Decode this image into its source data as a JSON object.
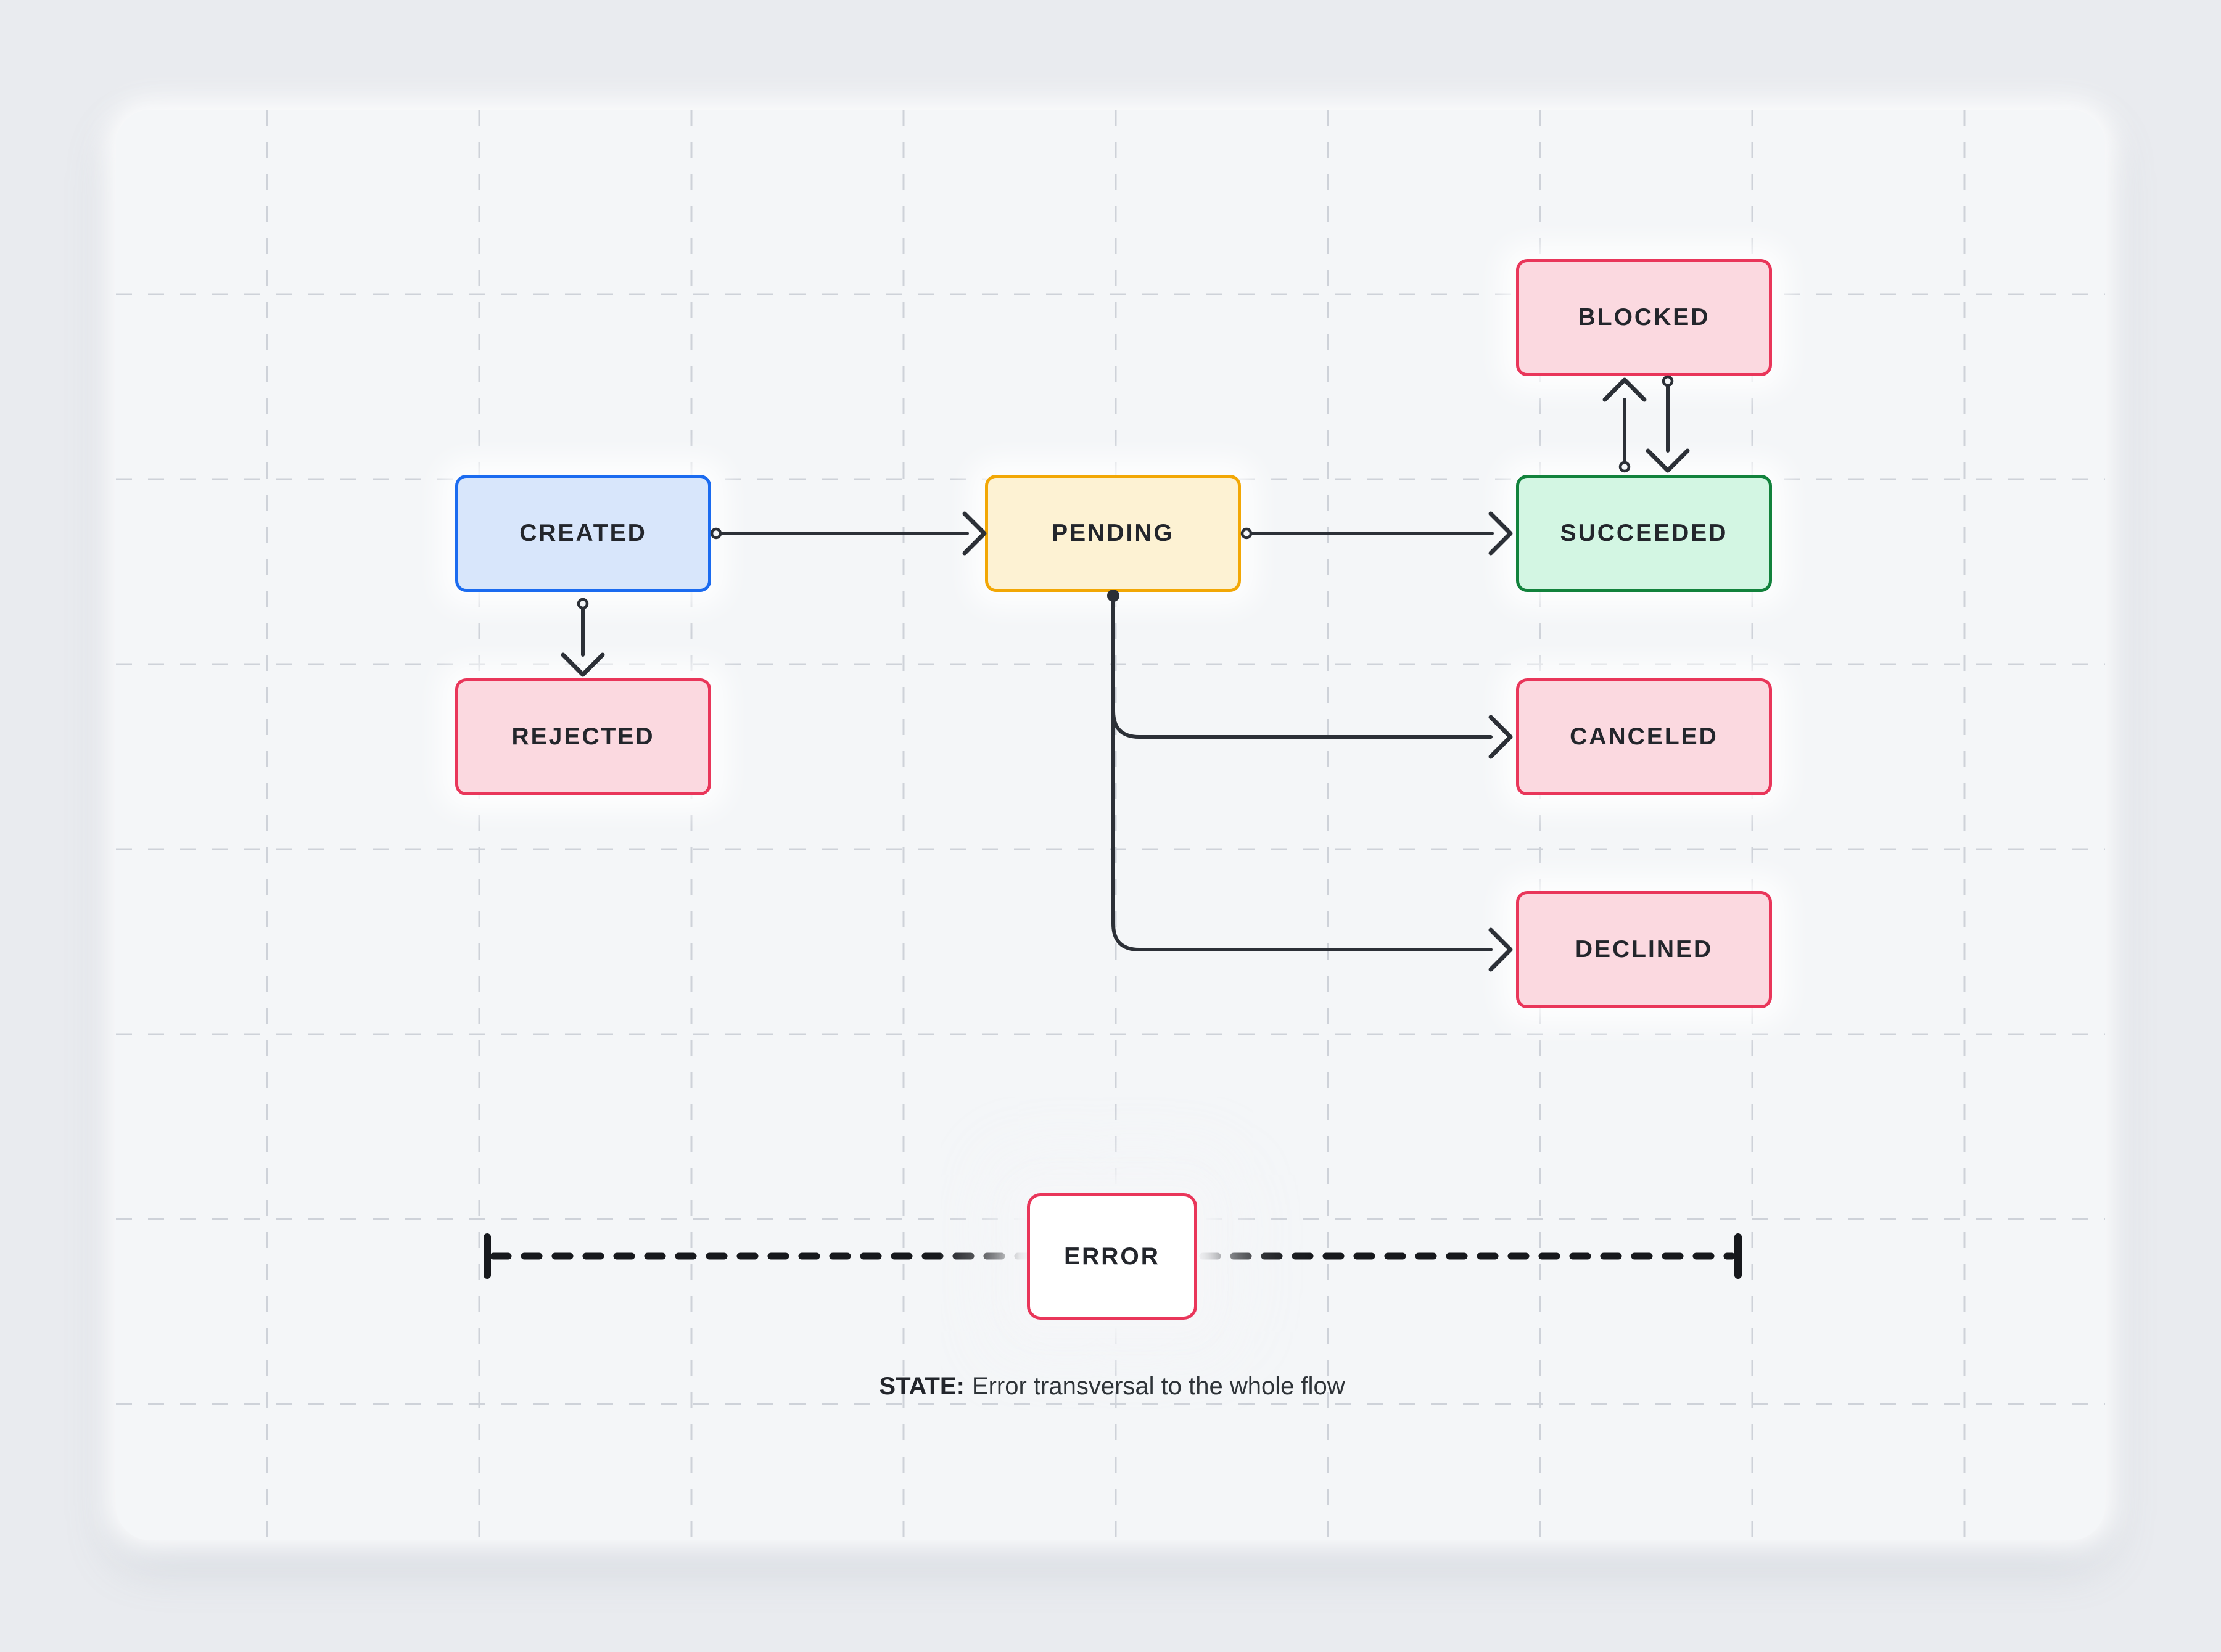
{
  "diagram": {
    "title_hidden": "",
    "nodes": {
      "created": {
        "label": "CREATED",
        "fill": "#d8e6fb",
        "border": "#1b6bf0"
      },
      "pending": {
        "label": "PENDING",
        "fill": "#fdf2d3",
        "border": "#f2a705"
      },
      "blocked": {
        "label": "BLOCKED",
        "fill": "#fbd9e0",
        "border": "#e9365a"
      },
      "succeeded": {
        "label": "SUCCEEDED",
        "fill": "#d3f6e3",
        "border": "#12823c"
      },
      "rejected": {
        "label": "REJECTED",
        "fill": "#fbd9e0",
        "border": "#e9365a"
      },
      "canceled": {
        "label": "CANCELED",
        "fill": "#fbd9e0",
        "border": "#e9365a"
      },
      "declined": {
        "label": "DECLINED",
        "fill": "#fbd9e0",
        "border": "#e9365a"
      },
      "error": {
        "label": "ERROR",
        "fill": "#ffffff",
        "border": "#e9365a"
      }
    },
    "edges": [
      {
        "from": "CREATED",
        "to": "PENDING",
        "type": "arrow"
      },
      {
        "from": "CREATED",
        "to": "REJECTED",
        "type": "arrow"
      },
      {
        "from": "PENDING",
        "to": "SUCCEEDED",
        "type": "arrow"
      },
      {
        "from": "SUCCEEDED",
        "to": "BLOCKED",
        "type": "arrow"
      },
      {
        "from": "BLOCKED",
        "to": "SUCCEEDED",
        "type": "arrow"
      },
      {
        "from": "PENDING",
        "to": "CANCELED",
        "type": "arrow"
      },
      {
        "from": "PENDING",
        "to": "DECLINED",
        "type": "arrow"
      },
      {
        "from": "ERROR",
        "to": "whole-flow",
        "type": "dashed-transversal"
      }
    ],
    "caption": {
      "prefix": "STATE:",
      "text": "Error transversal to the whole flow"
    },
    "colors": {
      "page_bg": "#e9ebef",
      "card_bg": "#f4f6f8",
      "grid": "#ced2d9",
      "arrow": "#2c3037",
      "error_line": "#16181c",
      "node_text": "#23262c"
    }
  }
}
